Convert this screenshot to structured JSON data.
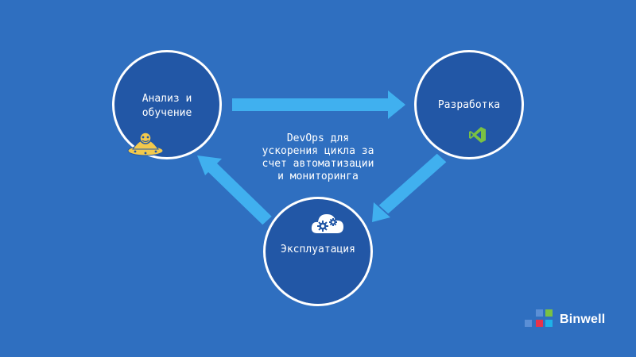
{
  "diagram": {
    "center_text": "DevOps для\nускорения цикла за\nсчет автоматизации\nи мониторинга",
    "nodes": {
      "analysis": {
        "label": "Анализ и\nобучение",
        "icon": "octocat-ufo-icon"
      },
      "development": {
        "label": "Разработка",
        "icon": "visual-studio-icon"
      },
      "operations": {
        "label": "Эксплуатация",
        "icon": "cloud-gears-icon"
      }
    },
    "edges": [
      {
        "from": "analysis",
        "to": "development"
      },
      {
        "from": "development",
        "to": "operations"
      },
      {
        "from": "operations",
        "to": "analysis"
      }
    ]
  },
  "brand": {
    "name": "Binwell",
    "icon": "binwell-logo-icon"
  },
  "colors": {
    "background": "#2f6fc0",
    "node_fill": "#2257a6",
    "node_border": "#ffffff",
    "arrow": "#40b0ef",
    "visual_studio": "#7ac143",
    "octocat": "#f2c94c"
  }
}
